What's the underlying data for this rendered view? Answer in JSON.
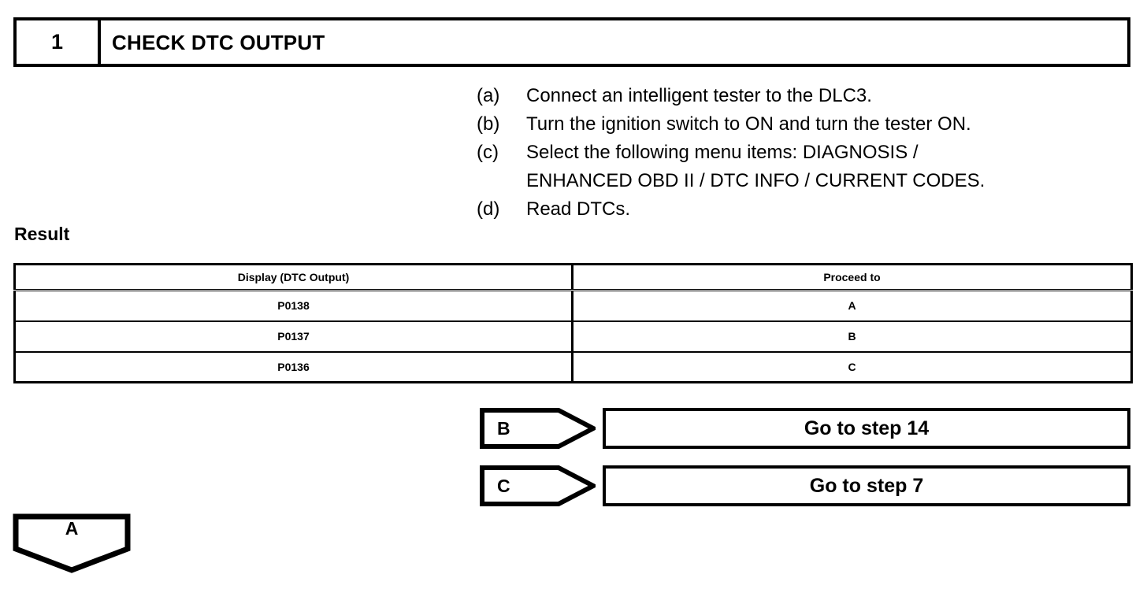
{
  "step_header": {
    "number": "1",
    "title": "CHECK DTC OUTPUT"
  },
  "procedure": {
    "items": [
      {
        "label": "(a)",
        "text": "Connect an intelligent tester to the DLC3."
      },
      {
        "label": "(b)",
        "text": "Turn the ignition switch to ON and turn the tester ON."
      },
      {
        "label": "(c)",
        "text": "Select the following menu items: DIAGNOSIS /\nENHANCED OBD II / DTC INFO / CURRENT CODES."
      },
      {
        "label": "(d)",
        "text": "Read DTCs."
      }
    ]
  },
  "result": {
    "heading": "Result",
    "table": {
      "columns": [
        "Display (DTC Output)",
        "Proceed to"
      ],
      "rows": [
        [
          "P0138",
          "A"
        ],
        [
          "P0137",
          "B"
        ],
        [
          "P0136",
          "C"
        ]
      ]
    }
  },
  "branches": [
    {
      "tag": "B",
      "action": "Go to step 14"
    },
    {
      "tag": "C",
      "action": "Go to step 7"
    }
  ],
  "connector": {
    "tag": "A"
  },
  "colors": {
    "ink": "#000000",
    "paper": "#ffffff"
  }
}
